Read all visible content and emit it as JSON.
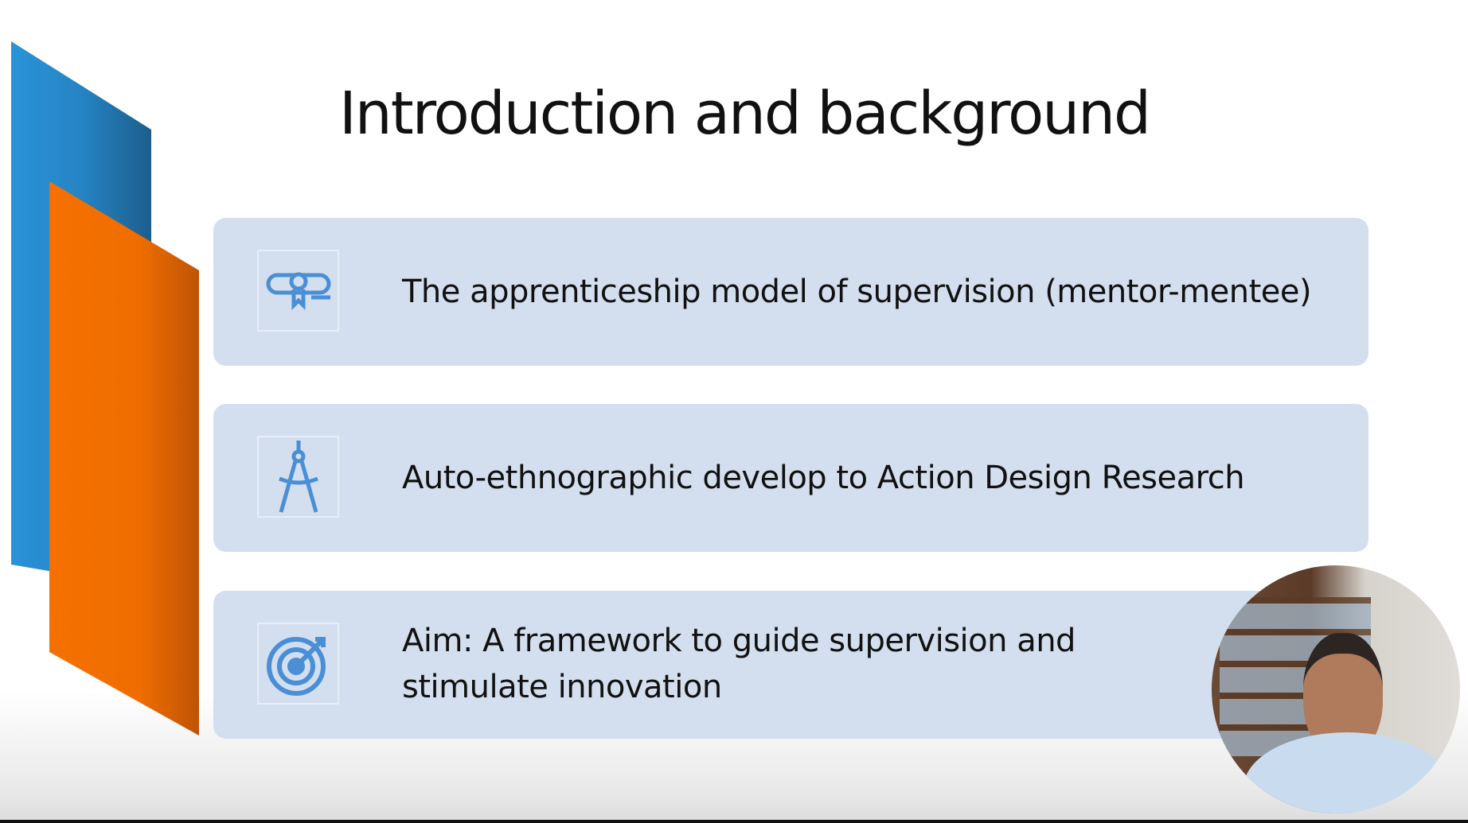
{
  "slide": {
    "title": "Introduction and background",
    "items": [
      {
        "icon": "diploma-icon",
        "text": "The apprenticeship model of supervision (mentor-mentee)"
      },
      {
        "icon": "compass-drawing-icon",
        "text": "Auto-ethnographic develop to Action Design Research"
      },
      {
        "icon": "target-icon",
        "text": "Aim: A framework to guide supervision and stimulate innovation"
      }
    ]
  },
  "colors": {
    "blue": "#2a8fd4",
    "orange": "#f36f00",
    "card": "#d3deee",
    "icon": "#4a8fd6"
  }
}
